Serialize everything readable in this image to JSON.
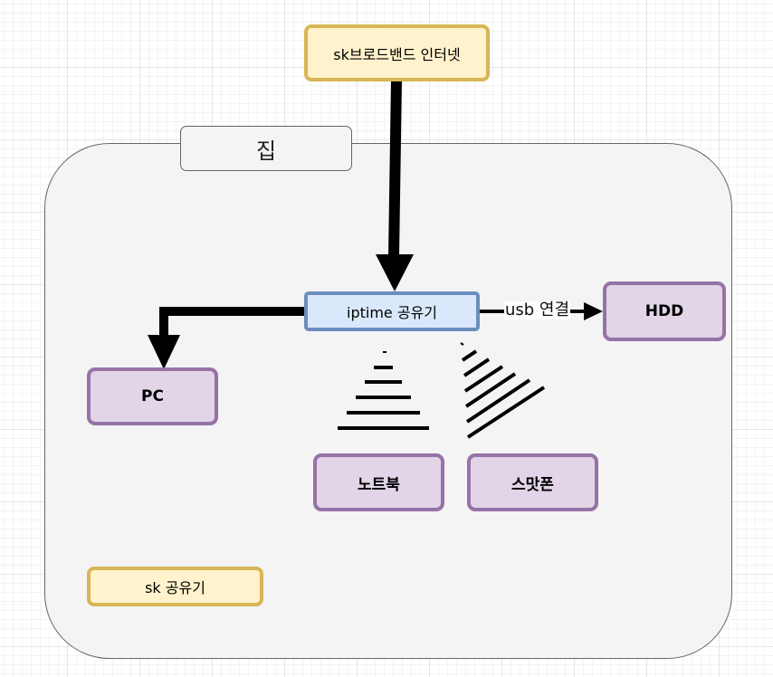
{
  "nodes": {
    "internet": "sk브로드밴드 인터넷",
    "house": "집",
    "router": "iptime 공유기",
    "hdd": "HDD",
    "pc": "PC",
    "laptop": "노트북",
    "phone": "스맛폰",
    "sk_router": "sk 공유기"
  },
  "edges": {
    "router_hdd_label": "usb 연결"
  },
  "colors": {
    "yellow_fill": "#fff2cc",
    "yellow_stroke": "#d6b656",
    "purple_fill": "#e1d5e7",
    "purple_stroke": "#9673a6",
    "blue_fill": "#dae8fc",
    "blue_stroke": "#6c8ebf",
    "container_fill": "#f4f4f4"
  }
}
